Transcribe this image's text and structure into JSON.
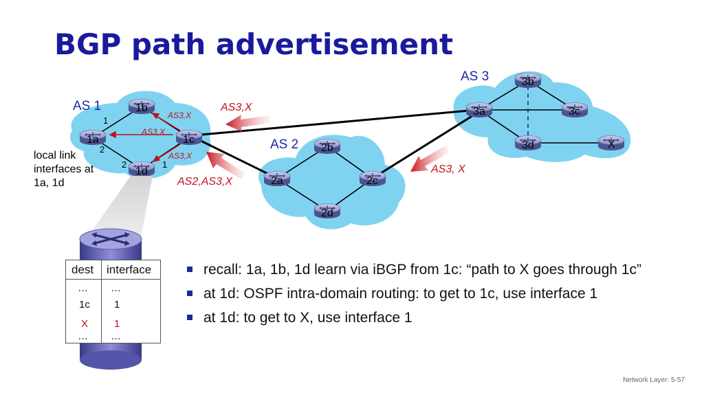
{
  "slide": {
    "title": "BGP path advertisement",
    "footer": "Network Layer: 5-57"
  },
  "as_labels": {
    "as1": "AS 1",
    "as2": "AS 2",
    "as3": "AS 3"
  },
  "routers": {
    "r1a": "1a",
    "r1b": "1b",
    "r1c": "1c",
    "r1d": "1d",
    "r2a": "2a",
    "r2b": "2b",
    "r2c": "2c",
    "r2d": "2d",
    "r3a": "3a",
    "r3b": "3b",
    "r3c": "3c",
    "r3d": "3d",
    "rx": "X"
  },
  "interface_numbers": {
    "ia1": "1",
    "ia2": "2",
    "id2": "2",
    "id1": "1"
  },
  "advertisements": {
    "from3a_to1c": "AS3,X",
    "from3a_to2c": "AS3, X",
    "from2a_to1c": "AS2,AS3,X",
    "ibgp_1b": "AS3,X",
    "ibgp_1a": "AS3,X",
    "ibgp_1d": "AS3,X"
  },
  "note": {
    "local_link": "local link interfaces at 1a, 1d"
  },
  "forwarding_table": {
    "header_dest": "dest",
    "header_interface": "interface",
    "rows": [
      {
        "dest": "…",
        "iface": "…"
      },
      {
        "dest": "1c",
        "iface": "1"
      },
      {
        "dest": "X",
        "iface": "1"
      },
      {
        "dest": "…",
        "iface": "…"
      }
    ]
  },
  "bullets": [
    "recall: 1a, 1b, 1d learn via iBGP from 1c: “path to X goes through 1c”",
    "at 1d: OSPF intra-domain routing: to get to 1c, use  interface 1",
    "at 1d: to get to X, use  interface 1"
  ],
  "colors": {
    "title": "#1a1a9c",
    "as_cloud": "#7fd3f0",
    "advert": "#c0121f",
    "router": "#7e86c4"
  }
}
